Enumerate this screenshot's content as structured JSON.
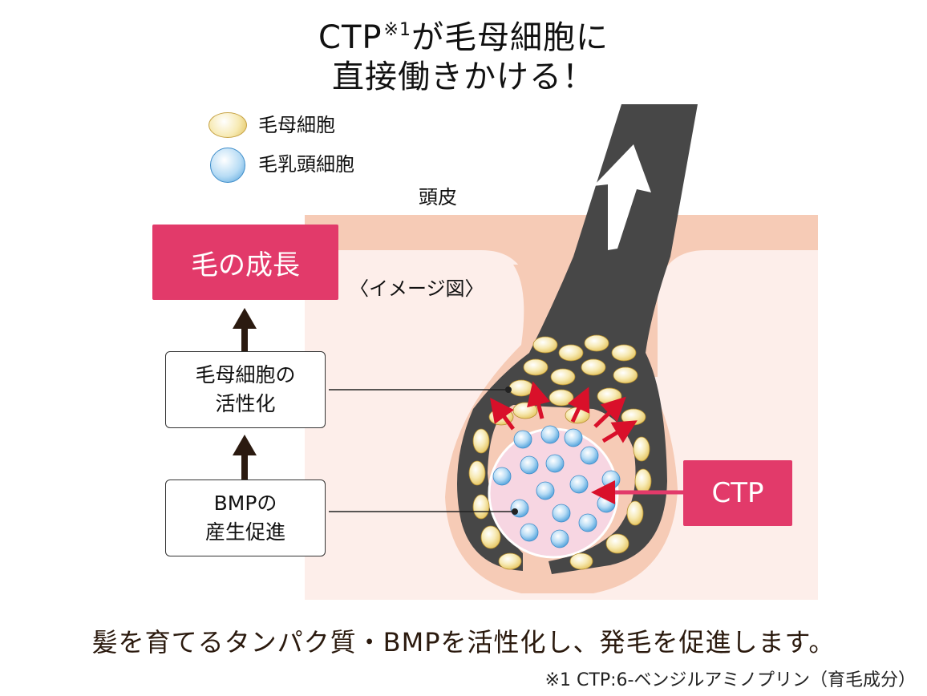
{
  "title": {
    "line1_main": "CTP",
    "line1_note": "※1",
    "line1_rest": "が毛母細胞に",
    "line2": "直接働きかける！"
  },
  "legend": [
    {
      "label": "毛母細胞",
      "color": "#f6e6a4"
    },
    {
      "label": "毛乳頭細胞",
      "color": "#8fc6ec"
    }
  ],
  "labels": {
    "scalp": "頭皮",
    "image_note": "〈イメージ図〉"
  },
  "flow": {
    "growth": "毛の成長",
    "step1_line1": "毛母細胞の",
    "step1_line2": "活性化",
    "step2_line1": "BMPの",
    "step2_line2": "産生促進",
    "ctp": "CTP"
  },
  "caption": "髪を育てるタンパク質・BMPを活性化し、発毛を促進します。",
  "footnote": "※1 CTP:6-ベンジルアミノプリン（育毛成分）",
  "colors": {
    "accent_pink": "#e23a6a",
    "skin": "#f6cbb6",
    "inner_skin": "#fdeeea",
    "hair": "#474747",
    "arrow_red": "#d9102a"
  }
}
